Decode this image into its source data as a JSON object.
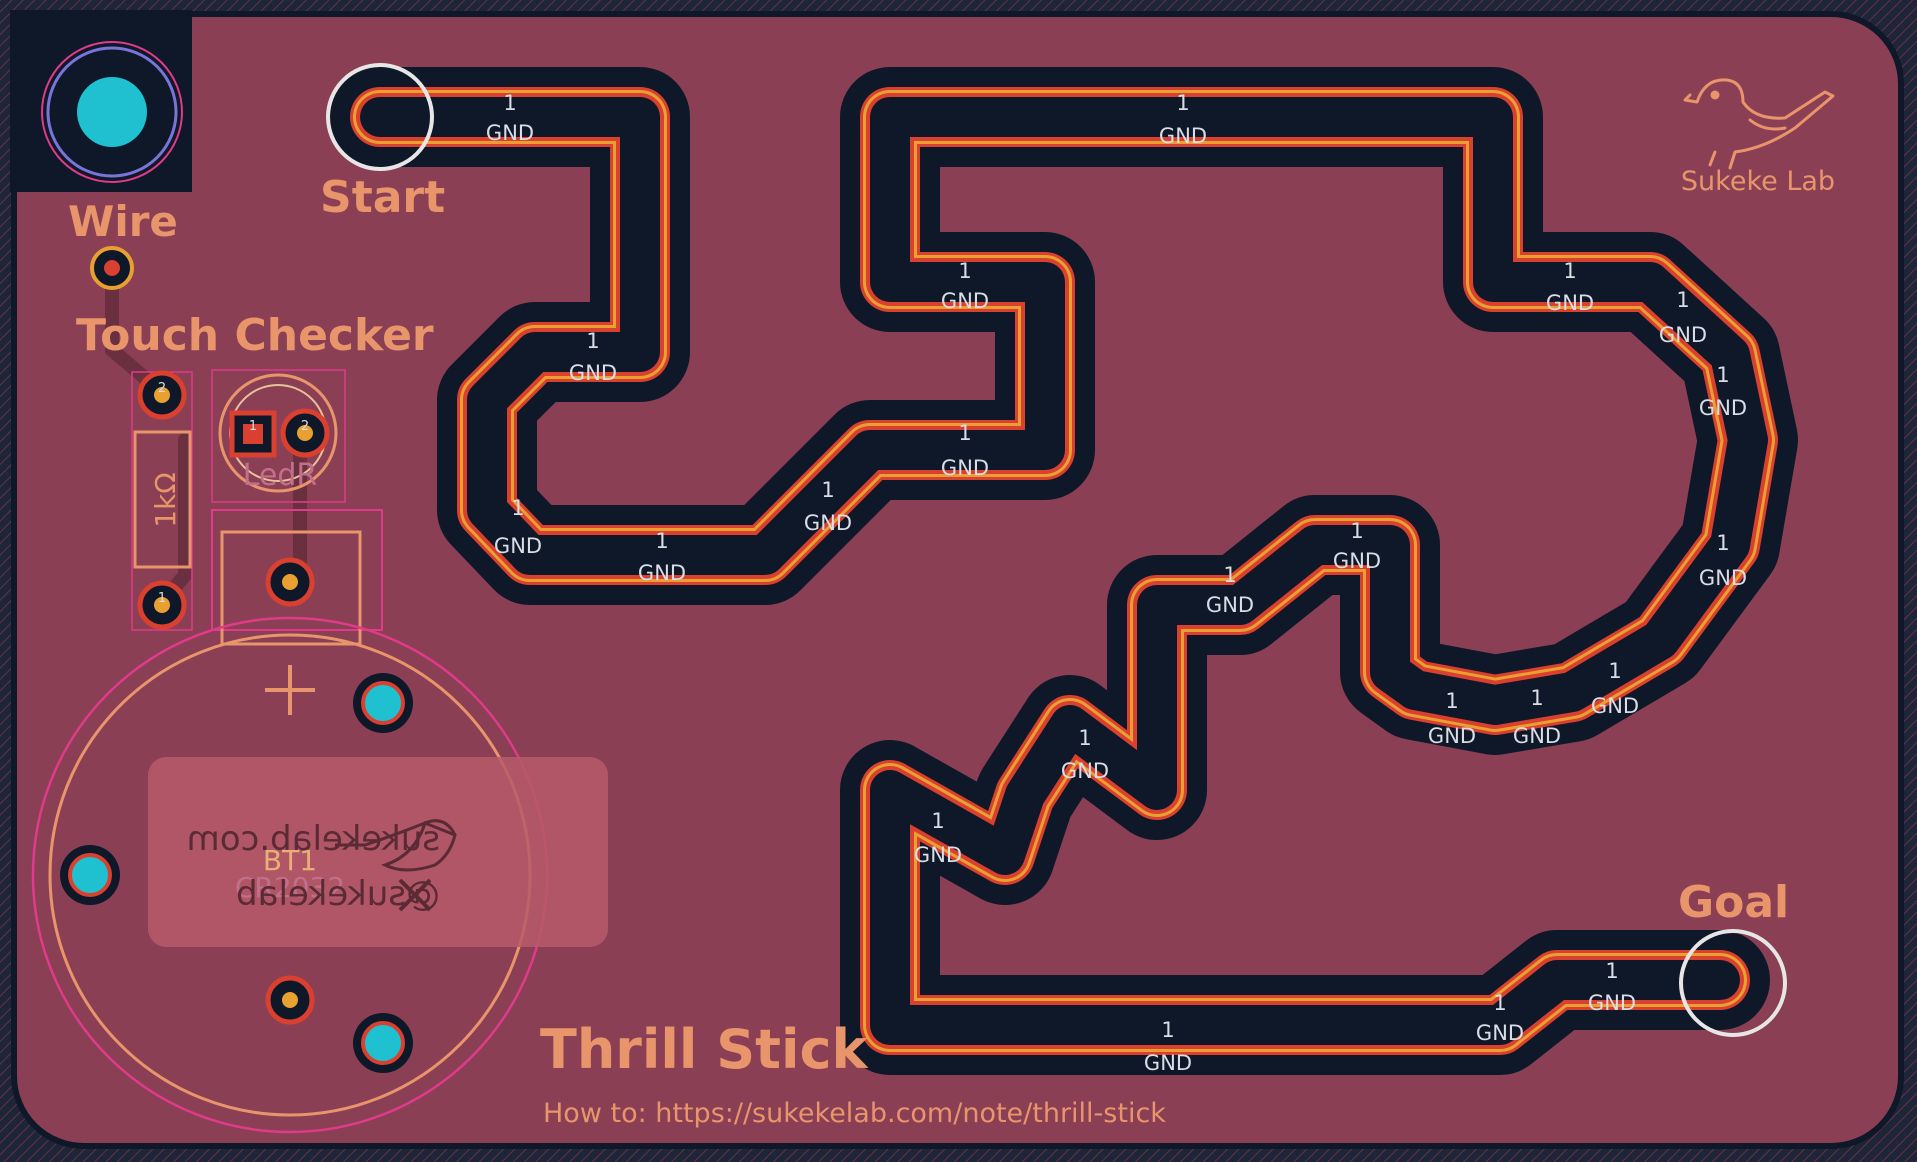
{
  "board": {
    "title": "Thrill Stick",
    "url_text": "How to: https://sukekelab.com/note/thrill-stick",
    "brand": "Sukeke Lab",
    "start_label": "Start",
    "goal_label": "Goal",
    "wire_label": "Wire",
    "checker_label": "Touch Checker",
    "resistor_value": "1kΩ",
    "led_ref": "LedR",
    "battery_ref": "BT1",
    "battery_type": "CR2032",
    "mirrored_site": "sukekelab.com",
    "mirrored_handle": "@sukekelab",
    "pad_number": "1",
    "net_name": "GND",
    "pin_one": "1",
    "pin_two": "2"
  },
  "colors": {
    "board_fill": "#8a3f54",
    "copper_outline": "#e8a030",
    "track_red": "#d9402f",
    "mask_dark": "#0f1828",
    "silk": "#e8956b",
    "pad_cyan": "#1fc0d0",
    "courtyard_pink": "#e03a8a"
  },
  "icons": [
    "sparrow-logo-icon",
    "x-logo-icon"
  ]
}
